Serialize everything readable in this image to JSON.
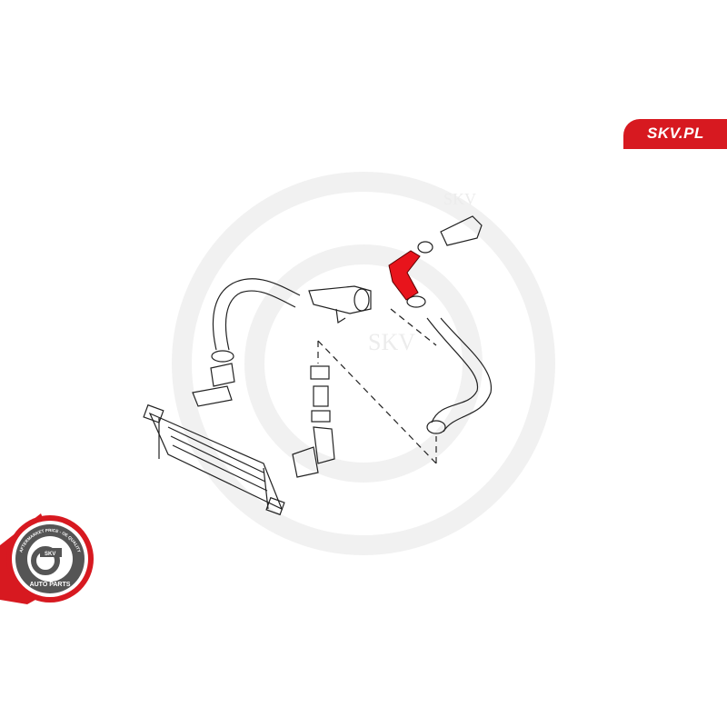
{
  "brand": {
    "label": "SKV.PL",
    "color": "#d71920"
  },
  "watermark": {
    "text": "SKV"
  },
  "badge": {
    "top_text": "AFTERMARKET PRICE - OE QUALITY",
    "bottom_text": "AUTO PARTS",
    "center_text": "SKV"
  },
  "highlight_color": "#e8141c"
}
